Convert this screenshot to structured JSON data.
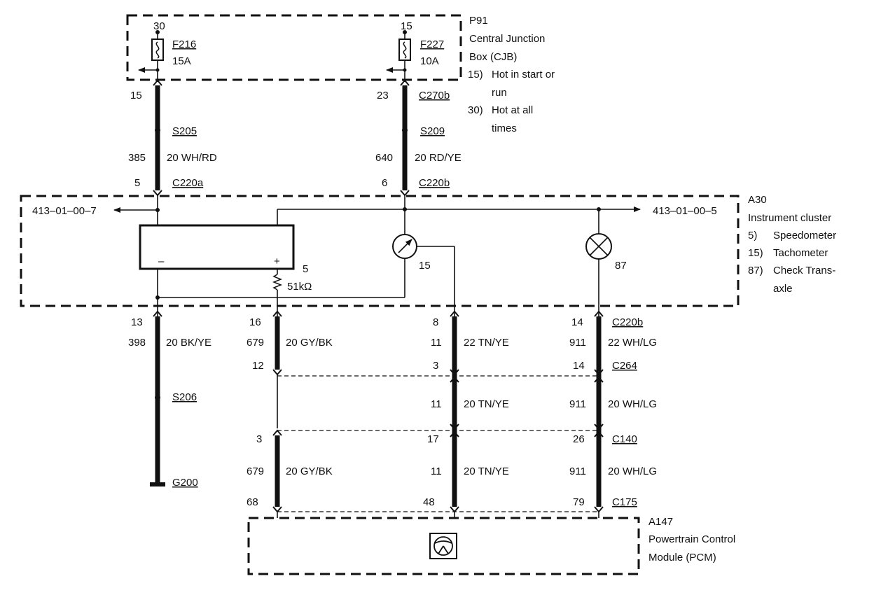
{
  "cjb": {
    "id": "P91",
    "name_line1": "Central Junction",
    "name_line2": "Box (CJB)",
    "note15_num": "15)",
    "note15_line1": "Hot in start or",
    "note15_line2": "run",
    "note30_num": "30)",
    "note30_line1": "Hot at all",
    "note30_line2": "times",
    "pin_left": "30",
    "pin_right": "15",
    "fuse_left_id": "F216",
    "fuse_left_rating": "15A",
    "fuse_right_id": "F227",
    "fuse_right_rating": "10A"
  },
  "upper_left_wire": {
    "pin_top": "15",
    "splice": "S205",
    "circuit": "385",
    "gauge_color": "20 WH/RD",
    "pin_bottom": "5",
    "connector": "C220a"
  },
  "upper_right_wire": {
    "pin_top": "23",
    "connector_top": "C270b",
    "splice": "S209",
    "circuit": "640",
    "gauge_color": "20 RD/YE",
    "pin_bottom": "6",
    "connector": "C220b"
  },
  "cluster": {
    "id": "A30",
    "name": "Instrument cluster",
    "ref_left": "413–01–00–7",
    "ref_right": "413–01–00–5",
    "item1_num": "5)",
    "item1_name": "Speedometer",
    "item2_num": "15)",
    "item2_name": "Tachometer",
    "item3_num": "87)",
    "item3_name": "Check Trans-",
    "item3_name2": "axle",
    "speedo_minus": "–",
    "speedo_plus": "+",
    "speedo_num": "5",
    "resistor": "51kΩ",
    "tach_num": "15",
    "lamp_num": "87"
  },
  "ground_wire": {
    "pin": "13",
    "circuit": "398",
    "gauge_color": "20 BK/YE",
    "splice": "S206",
    "ground": "G200"
  },
  "speed_wire": {
    "pin_c220b": "16",
    "circuit_1": "679",
    "gauge_color_1": "20 GY/BK",
    "pin_c264": "12",
    "pin_c140": "3",
    "circuit_2": "679",
    "gauge_color_2": "20 GY/BK",
    "pin_c175": "68"
  },
  "tach_wire": {
    "pin_c220b": "8",
    "circuit_1": "11",
    "gauge_color_1": "22 TN/YE",
    "pin_c264": "3",
    "circuit_2": "11",
    "gauge_color_2": "20 TN/YE",
    "pin_c140": "17",
    "circuit_3": "11",
    "gauge_color_3": "20 TN/YE",
    "pin_c175": "48"
  },
  "lamp_wire": {
    "pin_c220b": "14",
    "circuit_1": "911",
    "gauge_color_1": "22 WH/LG",
    "pin_c264": "14",
    "circuit_2": "911",
    "gauge_color_2": "20 WH/LG",
    "pin_c140": "26",
    "circuit_3": "911",
    "gauge_color_3": "20 WH/LG",
    "pin_c175": "79"
  },
  "connectors": {
    "c220b": "C220b",
    "c264": "C264",
    "c140": "C140",
    "c175": "C175"
  },
  "pcm": {
    "id": "A147",
    "name_line1": "Powertrain Control",
    "name_line2": "Module (PCM)"
  }
}
